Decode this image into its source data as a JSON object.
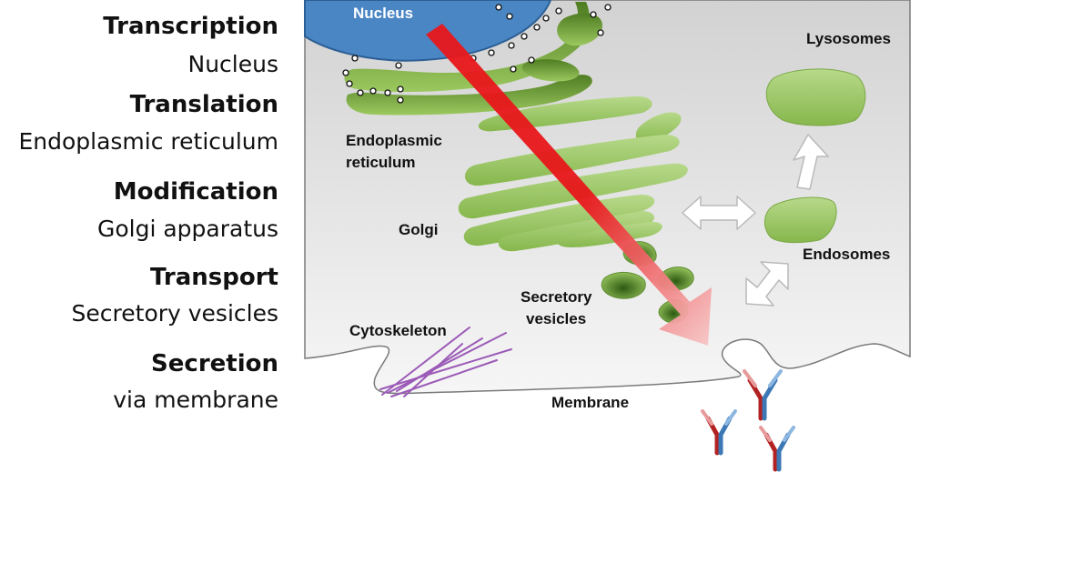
{
  "steps": [
    {
      "title": "Transcription",
      "subtitle": "Nucleus"
    },
    {
      "title": "Translation",
      "subtitle": "Endoplasmic reticulum"
    },
    {
      "title": "Modification",
      "subtitle": "Golgi apparatus"
    },
    {
      "title": "Transport",
      "subtitle": "Secretory vesicles"
    },
    {
      "title": "Secretion",
      "subtitle": "via membrane"
    }
  ],
  "labels": {
    "nucleus": "Nucleus",
    "er_line1": "Endoplasmic",
    "er_line2": "reticulum",
    "golgi": "Golgi",
    "vesicles_line1": "Secretory",
    "vesicles_line2": "vesicles",
    "cytoskeleton": "Cytoskeleton",
    "membrane": "Membrane",
    "lysosomes": "Lysosomes",
    "endosomes": "Endosomes"
  },
  "colors": {
    "nucleus": "#4a85c4",
    "organelle_green": "#8fbf52",
    "organelle_dark": "#4f7d22",
    "pathway_arrow": "#e8171b",
    "cytoskeleton": "#9b5ab7",
    "cell_background": "#d9d9d9"
  },
  "icons": {
    "pathway": "red-arrow",
    "traffic": "white-double-arrow",
    "antibody": "antibody-y"
  }
}
